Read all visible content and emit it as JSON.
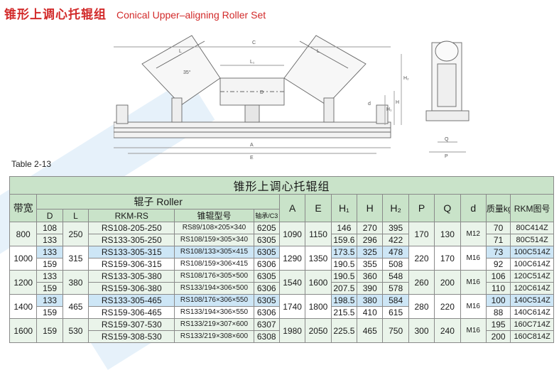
{
  "heading": {
    "cn": "锥形上调心托辊组",
    "en": "Conical Upper–aligning Roller Set"
  },
  "drawing_labels": {
    "C": "C",
    "L1": "L₁",
    "L": "L",
    "angle": "35°",
    "D": "D",
    "d": "d",
    "A": "A",
    "E": "E",
    "H1": "H₁",
    "H": "H",
    "H2": "H₂",
    "Q": "Q",
    "P": "P"
  },
  "table_ref": "Table 2-13",
  "table": {
    "title": "锥形上调心托辊组",
    "headers": {
      "bandwidth": "带宽",
      "roller": "辊子 Roller",
      "D": "D",
      "L": "L",
      "rkm_rs": "RKM-RS",
      "model": "锥辊型号",
      "bearing": "轴承/C3",
      "A": "A",
      "E": "E",
      "H1": "H₁",
      "H": "H",
      "H2": "H₂",
      "P": "P",
      "Q": "Q",
      "d": "d",
      "mass": "质量kg",
      "rkm_drawing": "RKM图号"
    },
    "rows": [
      {
        "b": "800",
        "L": "250",
        "A": "1090",
        "E": "1150",
        "P": "170",
        "Q": "130",
        "d": "M12",
        "sub": [
          {
            "D": "108",
            "rs": "RS108-205-250",
            "model": "RS89/108×205×340",
            "bearing": "6205",
            "H1": "146",
            "H": "270",
            "H2": "395",
            "mass": "70",
            "code": "80C414Z"
          },
          {
            "D": "133",
            "rs": "RS133-305-250",
            "model": "RS108/159×305×340",
            "bearing": "6305",
            "H1": "159.6",
            "H": "296",
            "H2": "422",
            "mass": "71",
            "code": "80C514Z"
          }
        ]
      },
      {
        "b": "1000",
        "L": "315",
        "A": "1290",
        "E": "1350",
        "P": "220",
        "Q": "170",
        "d": "M16",
        "sub": [
          {
            "D": "133",
            "rs": "RS133-305-315",
            "model": "RS108/133×305×415",
            "bearing": "6305",
            "H1": "173.5",
            "H": "325",
            "H2": "478",
            "mass": "73",
            "code": "100C514Z"
          },
          {
            "D": "159",
            "rs": "RS159-306-315",
            "model": "RS108/159×306×415",
            "bearing": "6306",
            "H1": "190.5",
            "H": "355",
            "H2": "508",
            "mass": "92",
            "code": "100C614Z"
          }
        ]
      },
      {
        "b": "1200",
        "L": "380",
        "A": "1540",
        "E": "1600",
        "P": "260",
        "Q": "200",
        "d": "M16",
        "sub": [
          {
            "D": "133",
            "rs": "RS133-305-380",
            "model": "RS108/176×305×500",
            "bearing": "6305",
            "H1": "190.5",
            "H": "360",
            "H2": "548",
            "mass": "106",
            "code": "120C514Z"
          },
          {
            "D": "159",
            "rs": "RS159-306-380",
            "model": "RS133/194×306×500",
            "bearing": "6306",
            "H1": "207.5",
            "H": "390",
            "H2": "578",
            "mass": "110",
            "code": "120C614Z"
          }
        ]
      },
      {
        "b": "1400",
        "L": "465",
        "A": "1740",
        "E": "1800",
        "P": "280",
        "Q": "220",
        "d": "M16",
        "sub": [
          {
            "D": "133",
            "rs": "RS133-305-465",
            "model": "RS108/176×306×550",
            "bearing": "6305",
            "H1": "198.5",
            "H": "380",
            "H2": "584",
            "mass": "100",
            "code": "140C514Z"
          },
          {
            "D": "159",
            "rs": "RS159-306-465",
            "model": "RS133/194×306×550",
            "bearing": "6306",
            "H1": "215.5",
            "H": "410",
            "H2": "615",
            "mass": "88",
            "code": "140C614Z"
          }
        ]
      },
      {
        "b": "1600",
        "L": "530",
        "A": "1980",
        "E": "2050",
        "P": "300",
        "Q": "240",
        "d": "M16",
        "D": "159",
        "H1": "225.5",
        "H": "465",
        "H2": "750",
        "sub": [
          {
            "rs": "RS159-307-530",
            "model": "RS133/219×307×600",
            "bearing": "6307",
            "mass": "195",
            "code": "160C714Z"
          },
          {
            "rs": "RS159-308-530",
            "model": "RS133/219×308×600",
            "bearing": "6308",
            "mass": "200",
            "code": "160C814Z"
          }
        ]
      }
    ]
  }
}
